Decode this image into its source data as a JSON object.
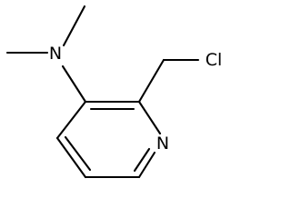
{
  "molecule": {
    "atoms": {
      "n_amine": "N",
      "cl": "Cl",
      "n_ring": "N"
    }
  },
  "colors": {
    "bond": "#000000",
    "label": "#000000",
    "background": "#ffffff"
  }
}
